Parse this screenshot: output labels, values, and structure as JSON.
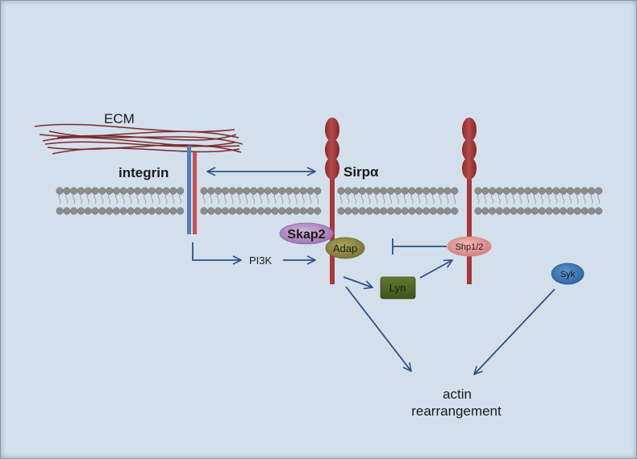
{
  "labels": {
    "ecm": "ECM",
    "integrin": "integrin",
    "sirp": "Sirpα",
    "skap2": "Skap2",
    "adap": "Adap",
    "shp": "Shp1/2",
    "pi3k": "PI3K",
    "lyn": "Lyn",
    "syk": "Syk",
    "actin_line1": "actin",
    "actin_line2": "rearrangement"
  },
  "colors": {
    "background": "#d3e0ec",
    "ecm_fiber": "#7a2a2a",
    "lipid_head": "#8c8c8c",
    "receptor": "#a8393a",
    "integrin_blue": "#4f7fc0",
    "integrin_red": "#c9504b",
    "arrow": "#2d4f86",
    "skap2": "#b48ac4",
    "adap": "#8f8a45",
    "shp": "#e29a9a",
    "lyn": "#4e6423",
    "syk": "#3e79b6"
  }
}
